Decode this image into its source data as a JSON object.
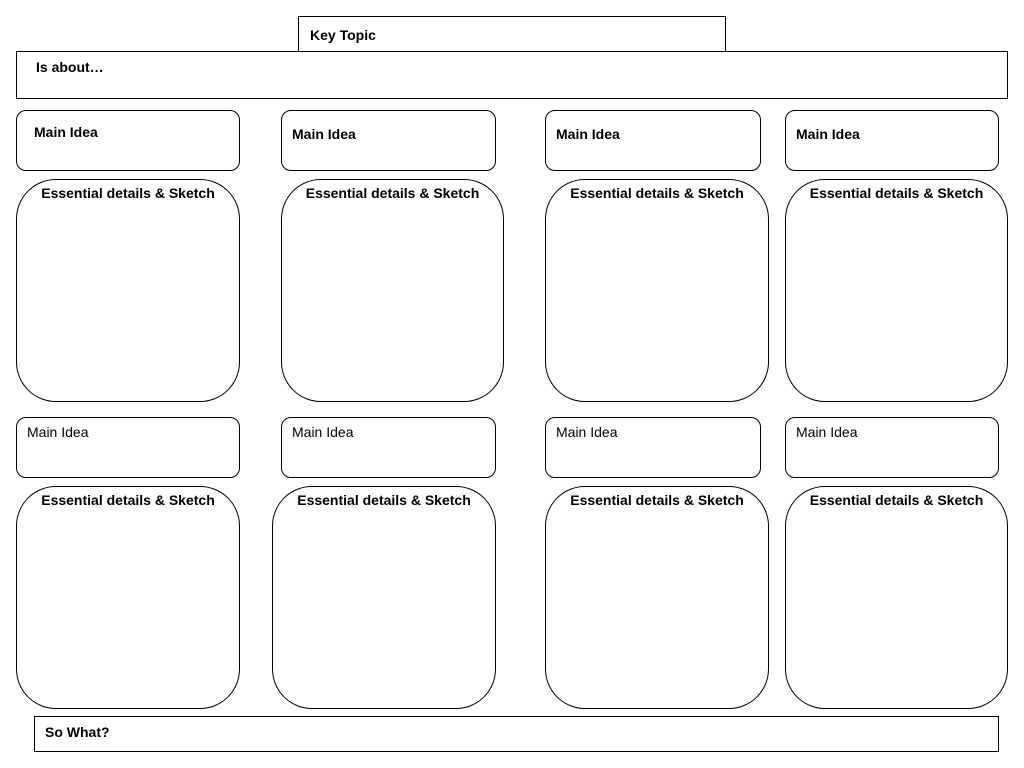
{
  "header": {
    "key_topic": "Key Topic",
    "is_about": "Is about…"
  },
  "columns_row1": [
    {
      "main_idea": "Main Idea",
      "details": "Essential details & Sketch"
    },
    {
      "main_idea": "Main Idea",
      "details": "Essential details & Sketch"
    },
    {
      "main_idea": "Main Idea",
      "details": "Essential details & Sketch"
    },
    {
      "main_idea": "Main Idea",
      "details": "Essential details & Sketch"
    }
  ],
  "columns_row2": [
    {
      "main_idea": "Main Idea",
      "details": "Essential details & Sketch"
    },
    {
      "main_idea": "Main Idea",
      "details": "Essential details & Sketch"
    },
    {
      "main_idea": "Main Idea",
      "details": "Essential details & Sketch"
    },
    {
      "main_idea": "Main Idea",
      "details": "Essential details & Sketch"
    }
  ],
  "footer": {
    "so_what": "So What?"
  }
}
